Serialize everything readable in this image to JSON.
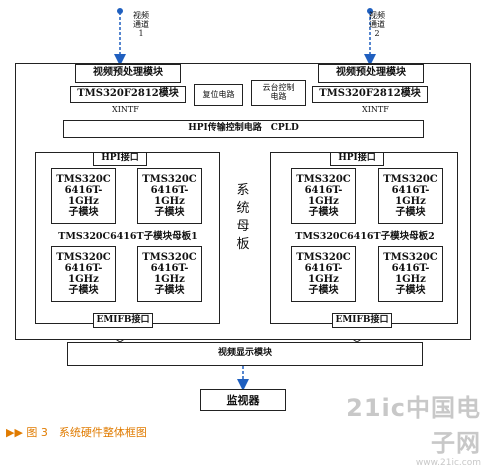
{
  "video_channel_1": "视频\n通道\n1",
  "video_channel_2": "视频\n通道\n2",
  "preprocess_1": "视频预处理模块",
  "preprocess_2": "视频预处理模块",
  "dsp_1": "TMS320F2812模块",
  "dsp_2": "TMS320F2812模块",
  "reset_circuit": "复位电路",
  "ptz_control": "云台控制\n电路",
  "xintf_1": "XINTF",
  "xintf_2": "XINTF",
  "hpi_bus": "HPI传输控制电路　CPLD",
  "hpi_port_1": "HPI接口",
  "hpi_port_2": "HPI接口",
  "module_text": "TMS320C\n6416T-\n1GHz\n子模块",
  "motherboard_1": "TMS320C6416T子模块母板1",
  "motherboard_2": "TMS320C6416T子模块母板2",
  "system_board": "系\n统\n母\n板",
  "emifb_1": "EMIFB接口",
  "emifb_2": "EMIFB接口",
  "display_module": "视频显示模块",
  "monitor": "监视器",
  "caption": "图 3　系统硬件整体框图",
  "watermark": "21ic中国电子网",
  "watermark_url": "www.21ic.com",
  "colors": {
    "accent": "#1f5fbf",
    "caption": "#e07b00",
    "watermark": "#c8c8c8"
  }
}
